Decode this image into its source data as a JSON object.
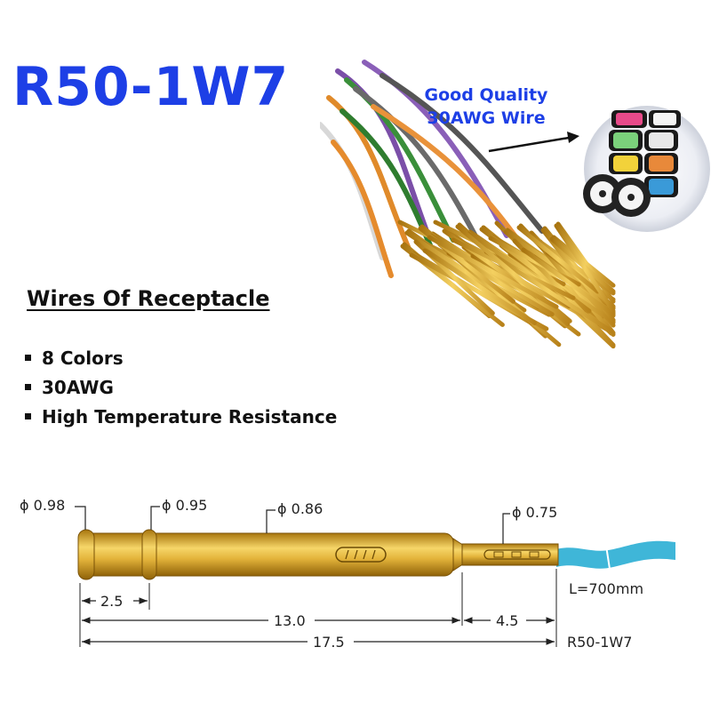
{
  "title": "R50-1W7",
  "callout": {
    "line1": "Good Quality",
    "line2": "30AWG Wire"
  },
  "heading": "Wires Of Receptacle",
  "features": [
    "8 Colors",
    "30AWG",
    "High Temperature Resistance"
  ],
  "diameters": {
    "d1": "ϕ 0.98",
    "d2": "ϕ 0.95",
    "d3": "ϕ 0.86",
    "d4": "ϕ 0.75"
  },
  "dimensions": {
    "a": "2.5",
    "b": "13.0",
    "c": "4.5",
    "total": "17.5"
  },
  "wire_length": "L=700mm",
  "model_label": "R50-1W7",
  "colors": {
    "title": "#1d3fe6",
    "gold": "#d9a520",
    "wire": "#3fb6d8"
  }
}
